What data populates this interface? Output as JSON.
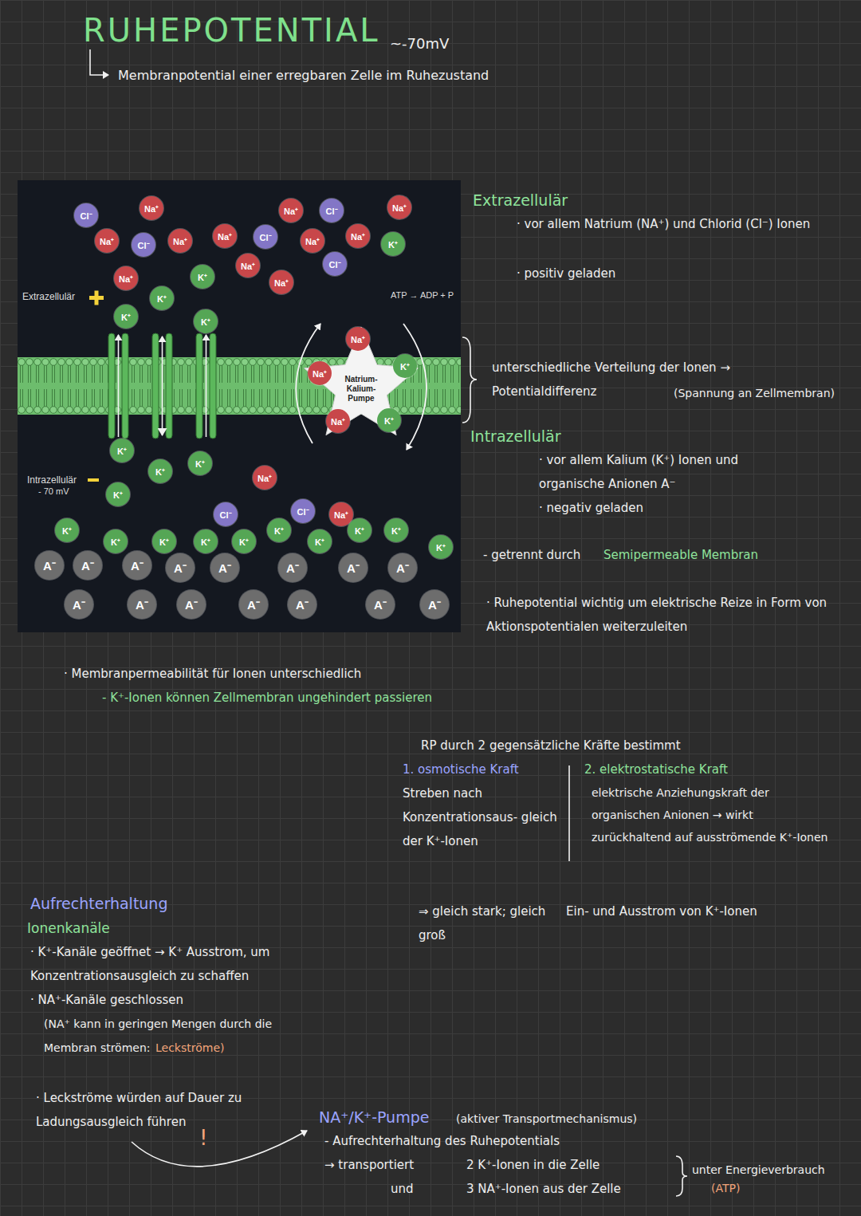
{
  "diagram": {
    "title": "RUHEPOTENTIAL",
    "nodes": [
      {
        "text": [
          "Cl⁻"
        ]
      },
      {
        "text": [
          "Na⁺"
        ]
      },
      {
        "text": [
          "Na⁺"
        ]
      },
      {
        "text": [
          "Cl⁻"
        ]
      },
      {
        "text": [
          "Na⁺"
        ]
      },
      {
        "text": [
          "Na⁺"
        ]
      },
      {
        "text": [
          "Cl⁻"
        ]
      },
      {
        "text": [
          "Na⁺"
        ]
      },
      {
        "text": [
          "Cl⁻"
        ]
      },
      {
        "text": [
          "Na⁺"
        ]
      },
      {
        "text": [
          "Na⁺"
        ]
      },
      {
        "text": [
          "Na⁺"
        ]
      },
      {
        "text": [
          "K⁺"
        ]
      },
      {
        "text": [
          "Na⁺"
        ]
      },
      {
        "text": [
          "Cl⁻"
        ]
      },
      {
        "text": [
          "Na⁺"
        ]
      },
      {
        "text": [
          "Na⁺"
        ]
      },
      {
        "text": [
          "K⁺"
        ]
      },
      {
        "text": [
          "K⁺"
        ]
      },
      {
        "text": [
          "K⁺"
        ]
      },
      {
        "text": [
          "K⁺"
        ]
      },
      {
        "text": [
          "Natrium-Kalium-Pumpe"
        ]
      },
      {
        "text": [
          "Na⁺"
        ]
      },
      {
        "text": [
          "Na⁺"
        ]
      },
      {
        "text": [
          "K⁺"
        ]
      },
      {
        "text": [
          "Na⁺"
        ]
      },
      {
        "text": [
          "K⁺"
        ]
      },
      {
        "text": [
          "K⁺"
        ]
      },
      {
        "text": [
          "K⁺"
        ]
      },
      {
        "text": [
          "K⁺"
        ]
      },
      {
        "text": [
          "K⁺"
        ]
      },
      {
        "text": [
          "Na⁺"
        ]
      },
      {
        "text": [
          "Cl⁻"
        ]
      },
      {
        "text": [
          "Cl⁻"
        ]
      },
      {
        "text": [
          "Na⁺"
        ]
      },
      {
        "text": [
          "K⁺"
        ]
      },
      {
        "text": [
          "K⁺"
        ]
      },
      {
        "text": [
          "K⁺"
        ]
      },
      {
        "text": [
          "K⁺"
        ]
      },
      {
        "text": [
          "K⁺"
        ]
      },
      {
        "text": [
          "K⁺"
        ]
      },
      {
        "text": [
          "K⁺"
        ]
      },
      {
        "text": [
          "K⁺"
        ]
      },
      {
        "text": [
          "K⁺"
        ]
      },
      {
        "text": [
          "K⁺"
        ]
      },
      {
        "text": [
          "A⁻"
        ]
      },
      {
        "text": [
          "A⁻"
        ]
      },
      {
        "text": [
          "A⁻"
        ]
      },
      {
        "text": [
          "A⁻"
        ]
      },
      {
        "text": [
          "A⁻"
        ]
      },
      {
        "text": [
          "A⁻"
        ]
      },
      {
        "text": [
          "A⁻"
        ]
      },
      {
        "text": [
          "A⁻"
        ]
      },
      {
        "text": [
          "A⁻"
        ]
      },
      {
        "text": [
          "A⁻"
        ]
      },
      {
        "text": [
          "A⁻"
        ]
      },
      {
        "text": [
          "A⁻"
        ]
      },
      {
        "text": [
          "A⁻"
        ]
      },
      {
        "text": [
          "A⁻"
        ]
      },
      {
        "text": [
          "A⁻"
        ]
      }
    ],
    "labels": [
      "~-70mV",
      "Membranpotential einer erregbaren Zelle im Ruhezustand",
      "Extrazellulär",
      "ATP → ADP + P",
      "Intrazellulär",
      "- 70 mV",
      "Extrazellulär",
      "· vor allem Natrium (NA⁺) und Chlorid (Cl⁻) Ionen",
      "· positiv geladen",
      "unterschiedliche Verteilung der Ionen →",
      "Potentialdifferenz",
      "(Spannung an Zellmembran)",
      "Intrazellulär",
      "· vor allem Kalium (K⁺) Ionen und organische Anionen A⁻",
      "· negativ geladen",
      "- getrennt durch",
      "Semipermeable Membran",
      "· Ruhepotential wichtig um elektrische Reize in Form von Aktionspotentialen weiterzuleiten",
      "· Membranpermeabilität für Ionen unterschiedlich",
      "- K⁺-Ionen können Zellmembran ungehindert passieren",
      "RP durch 2 gegensätzliche Kräfte bestimmt",
      "1. osmotische Kraft",
      "Streben nach Konzentrationsaus- gleich der K⁺-Ionen",
      "2. elektrostatische Kraft",
      "elektrische Anziehungskraft der organischen Anionen → wirkt zurückhaltend auf ausströmende K⁺-Ionen",
      "⇒ gleich stark; gleich groß",
      "Ein- und Ausstrom von K⁺-Ionen",
      "Aufrechterhaltung",
      "Ionenkanäle",
      "· K⁺-Kanäle geöffnet → K⁺ Ausstrom, um Konzentrationsausgleich zu schaffen",
      "· NA⁺-Kanäle geschlossen",
      "(NA⁺ kann in geringen Mengen durch die Membran strömen:",
      "Leckströme)",
      "· Leckströme würden auf Dauer zu Ladungsausgleich führen",
      "!",
      "NA⁺/K⁺-Pumpe",
      "(aktiver Transportmechanismus)",
      "- Aufrechterhaltung des Ruhepotentials",
      "→ transportiert",
      "2 K⁺-Ionen in die Zelle",
      "und",
      "3 NA⁺-Ionen aus der Zelle",
      "unter Energieverbrauch",
      "(ATP)"
    ]
  }
}
